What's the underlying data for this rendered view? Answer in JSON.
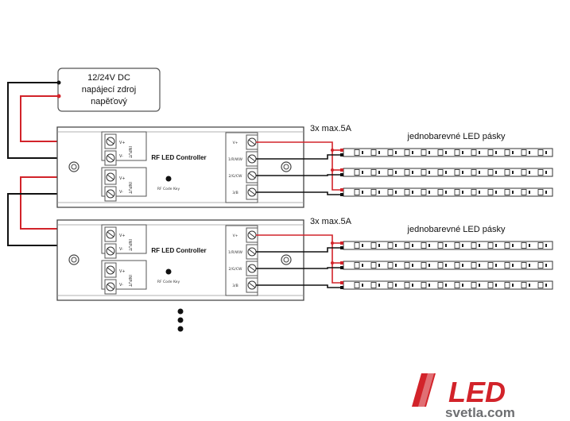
{
  "power_supply": {
    "line1": "12/24V DC",
    "line2": "napájecí zdroj",
    "line3": "napěťový"
  },
  "controllers": [
    {
      "title": "RF LED Controller",
      "code_key": "RF Code Key",
      "input_label": "INPUT",
      "in_plus": "V+",
      "in_minus": "V-",
      "out_labels": [
        "V+",
        "1/R/WW",
        "2/G/CW",
        "3/B"
      ],
      "current_label": "3x max.5A",
      "strips_label": "jednobarevné LED pásky"
    },
    {
      "title": "RF LED Controller",
      "code_key": "RF Code Key",
      "input_label": "INPUT",
      "in_plus": "V+",
      "in_minus": "V-",
      "out_labels": [
        "V+",
        "1/R/WW",
        "2/G/CW",
        "3/B"
      ],
      "current_label": "3x max.5A",
      "strips_label": "jednobarevné LED pásky"
    }
  ],
  "logo": {
    "brand_top": "LED",
    "brand_bottom": "svetla.com",
    "accent_color": "#d2232a",
    "secondary_color": "#6d6e71"
  },
  "colors": {
    "wire_positive": "#d2232a",
    "wire_negative": "#111111"
  },
  "continuation_icon": "vertical-ellipsis-icon"
}
